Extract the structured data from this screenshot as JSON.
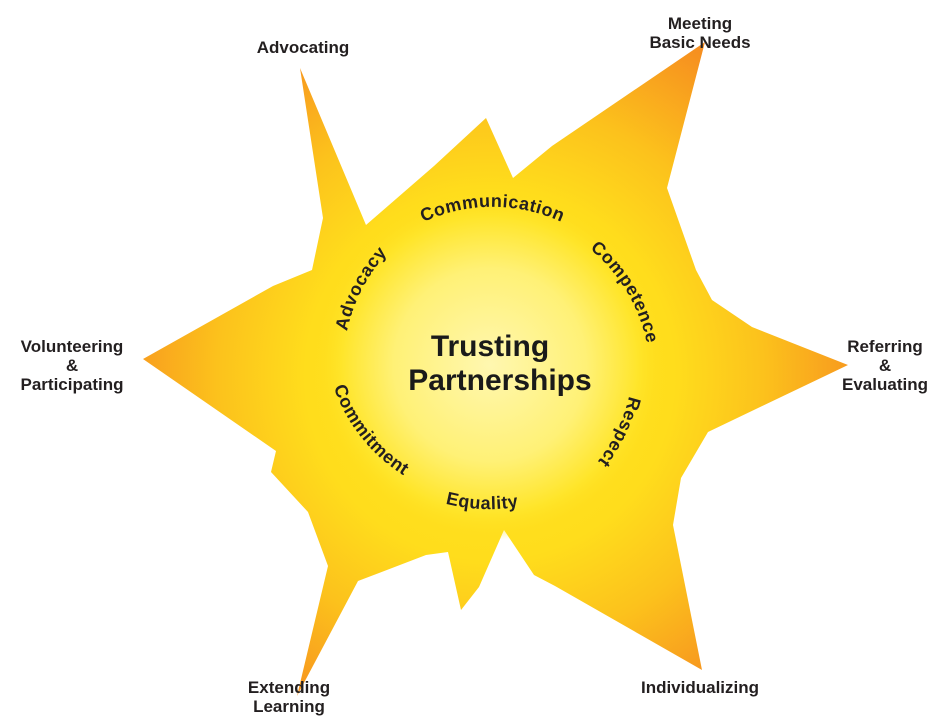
{
  "diagram": {
    "center_title": [
      "Trusting",
      "Partnerships"
    ],
    "inner_values": {
      "communication": "Communication",
      "competence": "Competence",
      "respect": "Respect",
      "equality": "Equality",
      "commitment": "Commitment",
      "advocacy": "Advocacy"
    },
    "outer_labels": {
      "advocating": [
        "Advocating"
      ],
      "meeting_basic_needs": [
        "Meeting",
        "Basic Needs"
      ],
      "referring_evaluating": [
        "Referring",
        "&",
        "Evaluating"
      ],
      "individualizing": [
        "Individualizing"
      ],
      "extending_learning": [
        "Extending",
        "Learning"
      ],
      "volunteering_participating": [
        "Volunteering",
        "&",
        "Participating"
      ]
    },
    "colors": {
      "sun_core": "#fff6a8",
      "sun_mid": "#ffe017",
      "sun_edge": "#f9a51a",
      "ray_tip": "#f07f22",
      "text": "#231f20"
    }
  }
}
